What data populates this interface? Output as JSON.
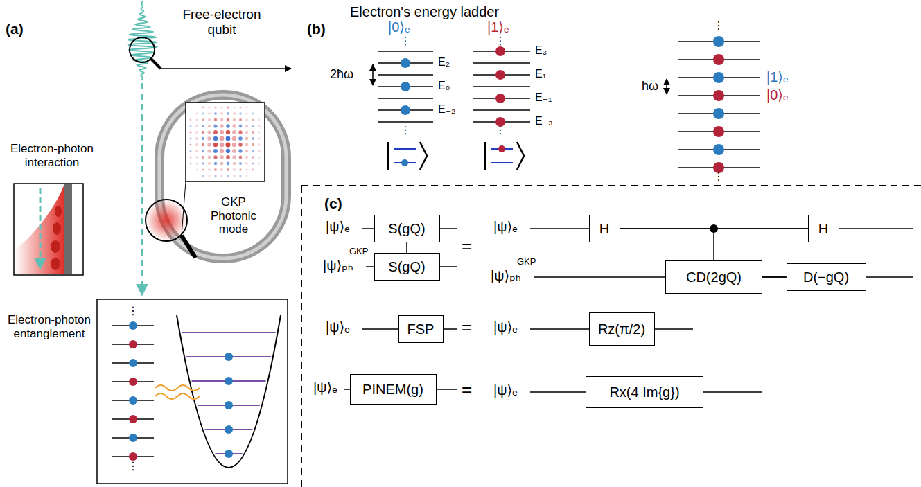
{
  "diagram": {
    "nodes": [
      {
        "text": [
          "S(gQ)"
        ]
      },
      {
        "text": [
          "S(gQ)"
        ]
      },
      {
        "text": [
          "H"
        ]
      },
      {
        "text": [
          "CD(2gQ)"
        ]
      },
      {
        "text": [
          "H"
        ]
      },
      {
        "text": [
          "D(−gQ)"
        ]
      },
      {
        "text": [
          "FSP"
        ]
      },
      {
        "text": [
          "Rz(π/2)"
        ]
      },
      {
        "text": [
          "PINEM(g)"
        ]
      },
      {
        "text": [
          "Rx(4 Im{g})"
        ]
      }
    ],
    "edges": [
      {
        "from": 0,
        "to": 1,
        "arrow": "none"
      },
      {
        "from": 2,
        "to": 4,
        "arrow": "none"
      },
      {
        "from": 3,
        "to": 5,
        "arrow": "none"
      }
    ],
    "labels": [
      "(a)",
      "Free-electron qubit",
      "Electron-photon interaction",
      "GKP Photonic mode",
      "Electron-photon entanglement",
      "⋮",
      "⋮",
      "(b)",
      "Electron's energy ladder",
      "|0⟩ₑ",
      "|1⟩ₑ",
      "⋮",
      "⋮",
      "E₂",
      "E₀",
      "E₋₂",
      "2ħω",
      "E₃",
      "E₁",
      "E₋₁",
      "E₋₃",
      "⋮",
      "⋮",
      "⋮",
      "|1⟩ₑ",
      "ħω",
      "|0⟩ₑ",
      "⋮",
      "(c)",
      "|ψ⟩ₑ",
      "GKP",
      "|ψ⟩ₚₕ",
      "=",
      "|ψ⟩ₑ",
      "GKP",
      "|ψ⟩ₚₕ",
      "|ψ⟩ₑ",
      "=",
      "|ψ⟩ₑ",
      "|ψ⟩ₑ",
      "=",
      "|ψ⟩ₑ"
    ]
  }
}
